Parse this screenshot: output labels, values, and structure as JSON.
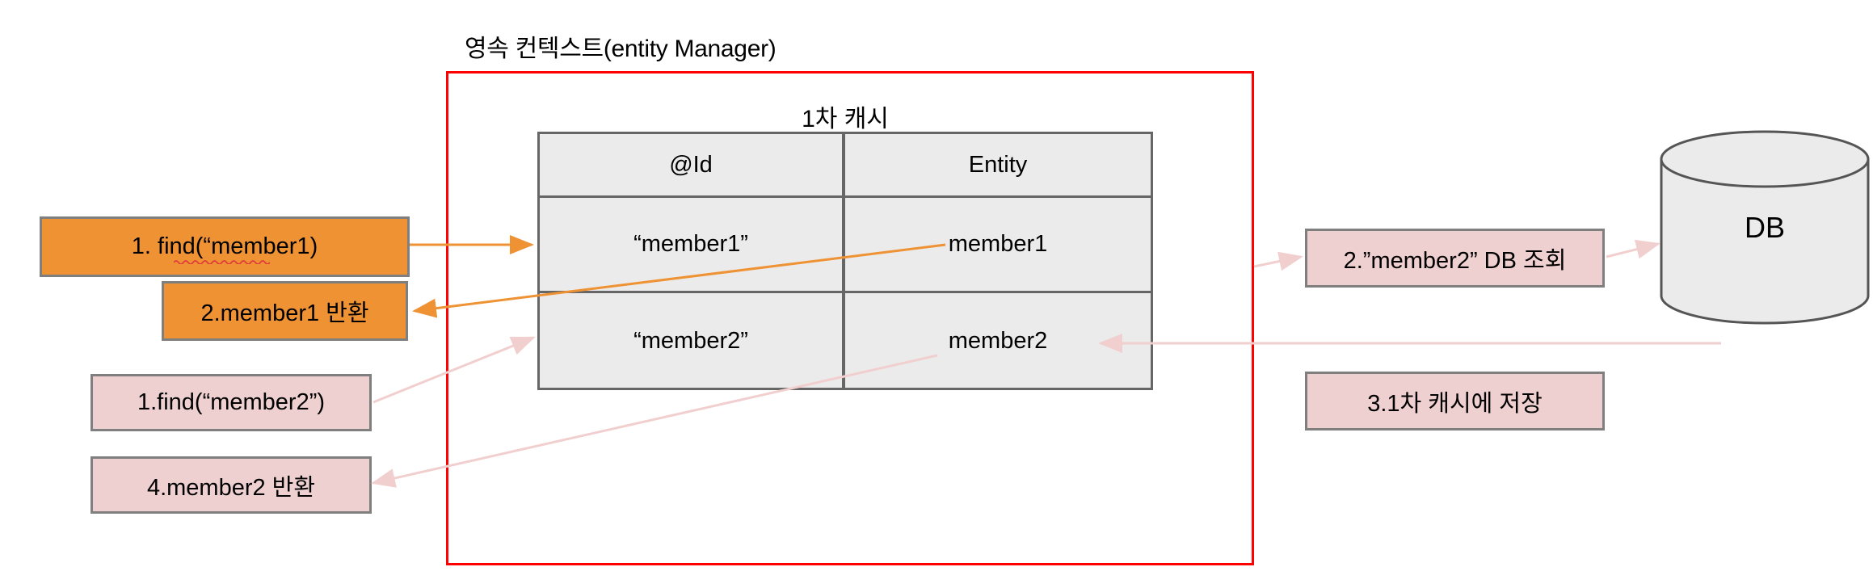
{
  "diagram": {
    "title": "영속 컨텍스트(entity Manager)",
    "frame_color": "#ff0000"
  },
  "cache": {
    "title": "1차 캐시",
    "columns": [
      "@Id",
      "Entity"
    ],
    "rows": [
      {
        "id": "“member1”",
        "entity": "member1"
      },
      {
        "id": "“member2”",
        "entity": "member2"
      }
    ]
  },
  "messages": {
    "find1": {
      "label": "1. find(“member1)",
      "color": "#ef9234",
      "misspelled": "member1"
    },
    "return1": {
      "label": "2.member1 반환",
      "color": "#ef9234"
    },
    "find2": {
      "label": "1.find(“member2”)",
      "color": "#efd0d0"
    },
    "return2": {
      "label": "4.member2 반환",
      "color": "#efd0d0"
    },
    "dbquery": {
      "label": "2.”member2” DB 조회",
      "color": "#efd0d0"
    },
    "store": {
      "label": "3.1차 캐시에 저장",
      "color": "#efd0d0"
    }
  },
  "database": {
    "label": "DB",
    "fill": "#ebebeb",
    "stroke": "#666666"
  },
  "arrows": {
    "orange_color": "#ef9234",
    "pink_color": "#f2d7d7"
  }
}
